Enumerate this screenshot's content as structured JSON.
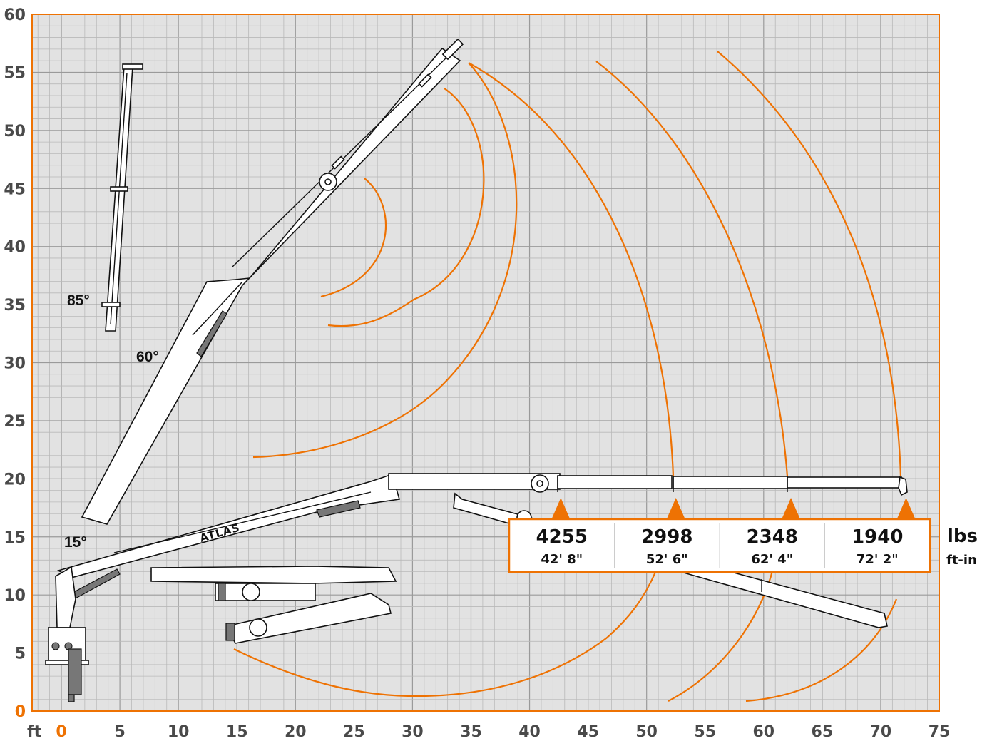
{
  "chart_data": {
    "type": "load-chart",
    "x_unit_label": "ft",
    "x_ticks": [
      0,
      5,
      10,
      15,
      20,
      25,
      30,
      35,
      40,
      45,
      50,
      55,
      60,
      65,
      70,
      75
    ],
    "y_ticks": [
      0,
      5,
      10,
      15,
      20,
      25,
      30,
      35,
      40,
      45,
      50,
      55,
      60
    ],
    "xlim": [
      -2.5,
      75
    ],
    "ylim": [
      0,
      60
    ],
    "grid": true,
    "accent_color": "#ee7203",
    "boom_angles": [
      "85°",
      "60°",
      "15°"
    ],
    "brand": "ATLAS",
    "units": {
      "load": "lbs",
      "reach": "ft-in"
    },
    "load_points": [
      {
        "load": "4255",
        "reach": "42' 8\"",
        "x": 42.67
      },
      {
        "load": "2998",
        "reach": "52' 6\"",
        "x": 52.5
      },
      {
        "load": "2348",
        "reach": "62' 4\"",
        "x": 62.33
      },
      {
        "load": "1940",
        "reach": "72' 2\"",
        "x": 72.17
      }
    ]
  }
}
